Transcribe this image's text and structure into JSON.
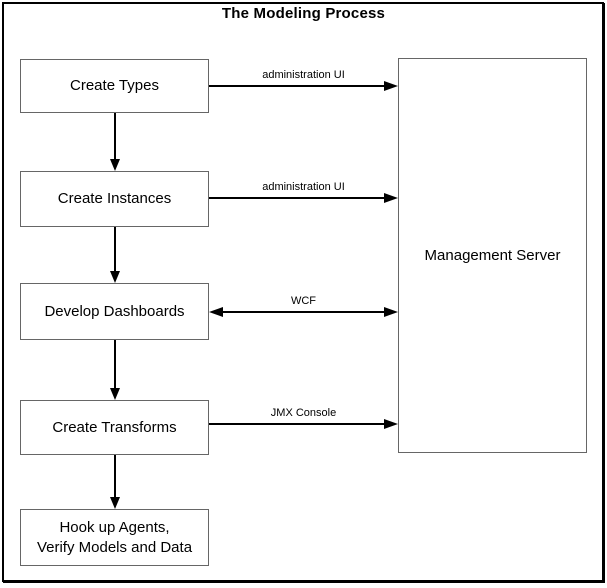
{
  "title": "The Modeling Process",
  "colors": {
    "background": "#ffffff",
    "frame_border": "#000000",
    "box_border": "#666666",
    "box_fill": "#ffffff",
    "arrow": "#000000",
    "text": "#000000"
  },
  "steps": [
    {
      "label": "Create Types"
    },
    {
      "label": "Create Instances"
    },
    {
      "label": "Develop Dashboards"
    },
    {
      "label": "Create Transforms"
    },
    {
      "label": "Hook up Agents,\nVerify Models and Data"
    }
  ],
  "server": {
    "label": "Management Server"
  },
  "connectors": [
    {
      "label": "administration UI",
      "direction": "right"
    },
    {
      "label": "administration UI",
      "direction": "right"
    },
    {
      "label": "WCF",
      "direction": "both"
    },
    {
      "label": "JMX Console",
      "direction": "right"
    }
  ]
}
